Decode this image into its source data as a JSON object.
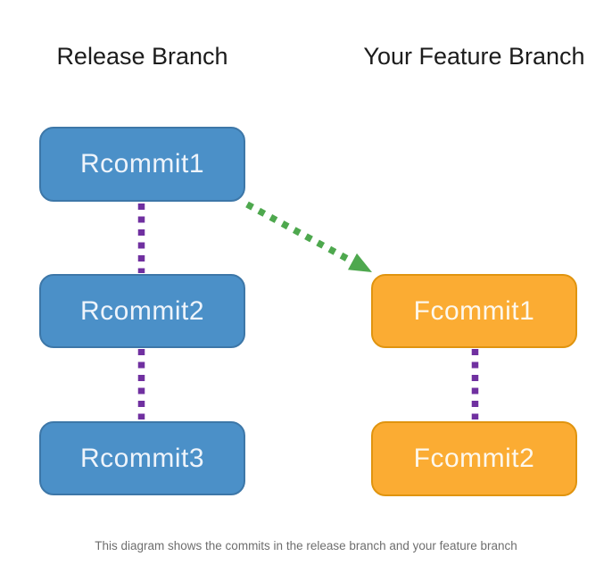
{
  "diagram": {
    "titles": {
      "release": "Release Branch",
      "feature": "Your Feature Branch"
    },
    "release_nodes": [
      {
        "label": "Rcommit1"
      },
      {
        "label": "Rcommit2"
      },
      {
        "label": "Rcommit3"
      }
    ],
    "feature_nodes": [
      {
        "label": "Fcommit1"
      },
      {
        "label": "Fcommit2"
      }
    ],
    "caption": "This diagram shows the commits in the release branch and your feature branch",
    "colors": {
      "release_node_fill": "#4b90c8",
      "release_node_border": "#3d77a8",
      "feature_node_fill": "#fbac33",
      "feature_node_border": "#e0940f",
      "connector": "#7030a0",
      "merge_arrow": "#4ea84e",
      "title_text": "#1c1c1c",
      "caption_text": "#6e6e6e"
    }
  }
}
